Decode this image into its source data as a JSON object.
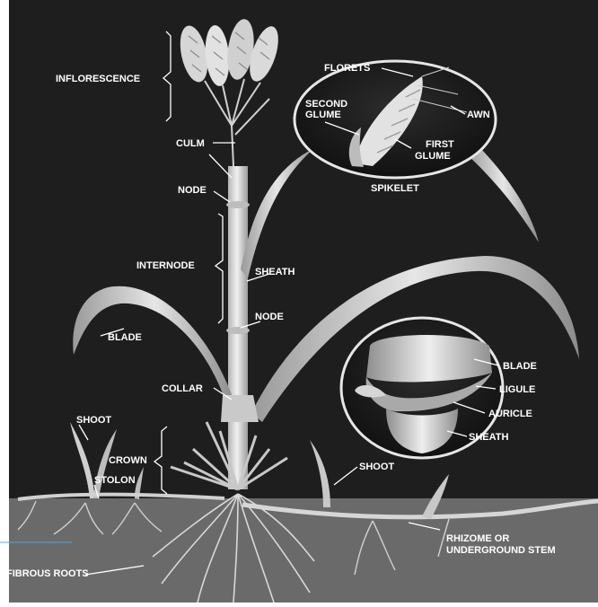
{
  "labels": {
    "inflorescence": "INFLORESCENCE",
    "culm": "CULM",
    "node_upper": "NODE",
    "internode": "INTERNODE",
    "sheath": "SHEATH",
    "node_lower": "NODE",
    "blade_left": "BLADE",
    "collar": "COLLAR",
    "shoot_left": "SHOOT",
    "crown": "CROWN",
    "stolon": "STOLON",
    "fibrous_roots": "FIBROUS ROOTS",
    "shoot_right": "SHOOT",
    "rhizome_line1": "RHIZOME OR",
    "rhizome_line2": "UNDERGROUND STEM"
  },
  "spikelet_inset": {
    "title": "SPIKELET",
    "florets": "FLORETS",
    "second_glume_line1": "SECOND",
    "second_glume_line2": "GLUME",
    "awn": "AWN",
    "first_glume_line1": "FIRST",
    "first_glume_line2": "GLUME"
  },
  "collar_inset": {
    "blade": "BLADE",
    "ligule": "LIGULE",
    "auricle": "AURICLE",
    "sheath": "SHEATH"
  },
  "colors": {
    "background": "#1e1e1e",
    "soil": "#6a6a6a",
    "plant": "#d9d9d9",
    "plant_shade": "#a9a9a9",
    "label": "#ffffff",
    "accent_line": "#5fa6d6"
  }
}
